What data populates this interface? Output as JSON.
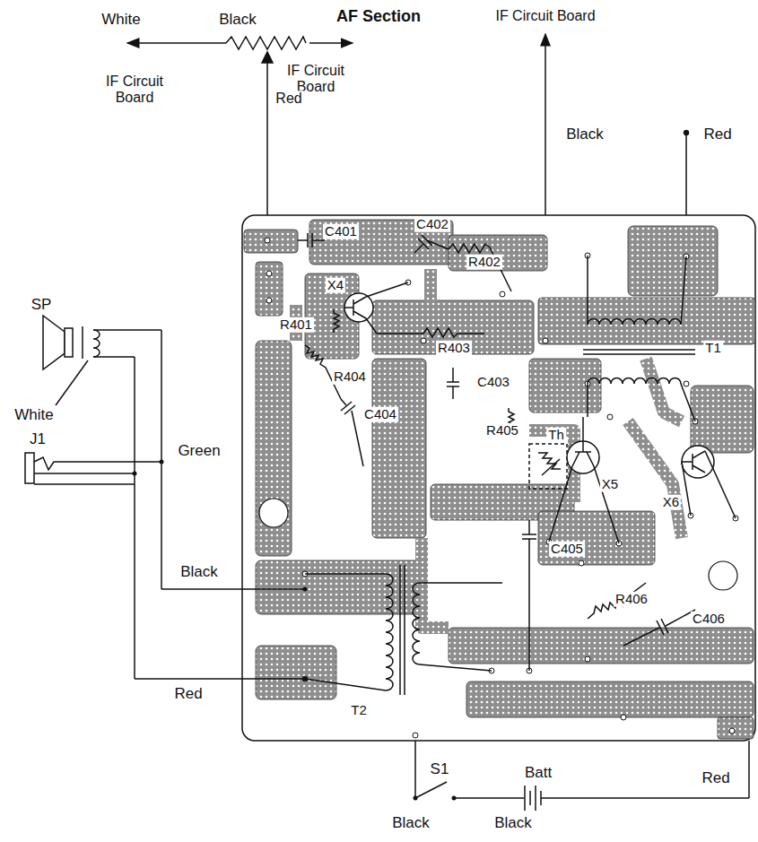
{
  "diagram": {
    "title": "AF Section",
    "labels": [
      "White",
      "Black",
      "IF Circuit Board",
      "IF Circuit Board",
      "Red",
      "IF Circuit Board",
      "Black",
      "Red",
      "C401",
      "C402",
      "R402",
      "X4",
      "R401",
      "R403",
      "T1",
      "R404",
      "C403",
      "C404",
      "R405",
      "Th",
      "X5",
      "X6",
      "C405",
      "R406",
      "C406",
      "T2",
      "SP",
      "White",
      "J1",
      "Green",
      "Black",
      "Red",
      "S1",
      "Black",
      "Black",
      "Batt",
      "Red"
    ]
  }
}
